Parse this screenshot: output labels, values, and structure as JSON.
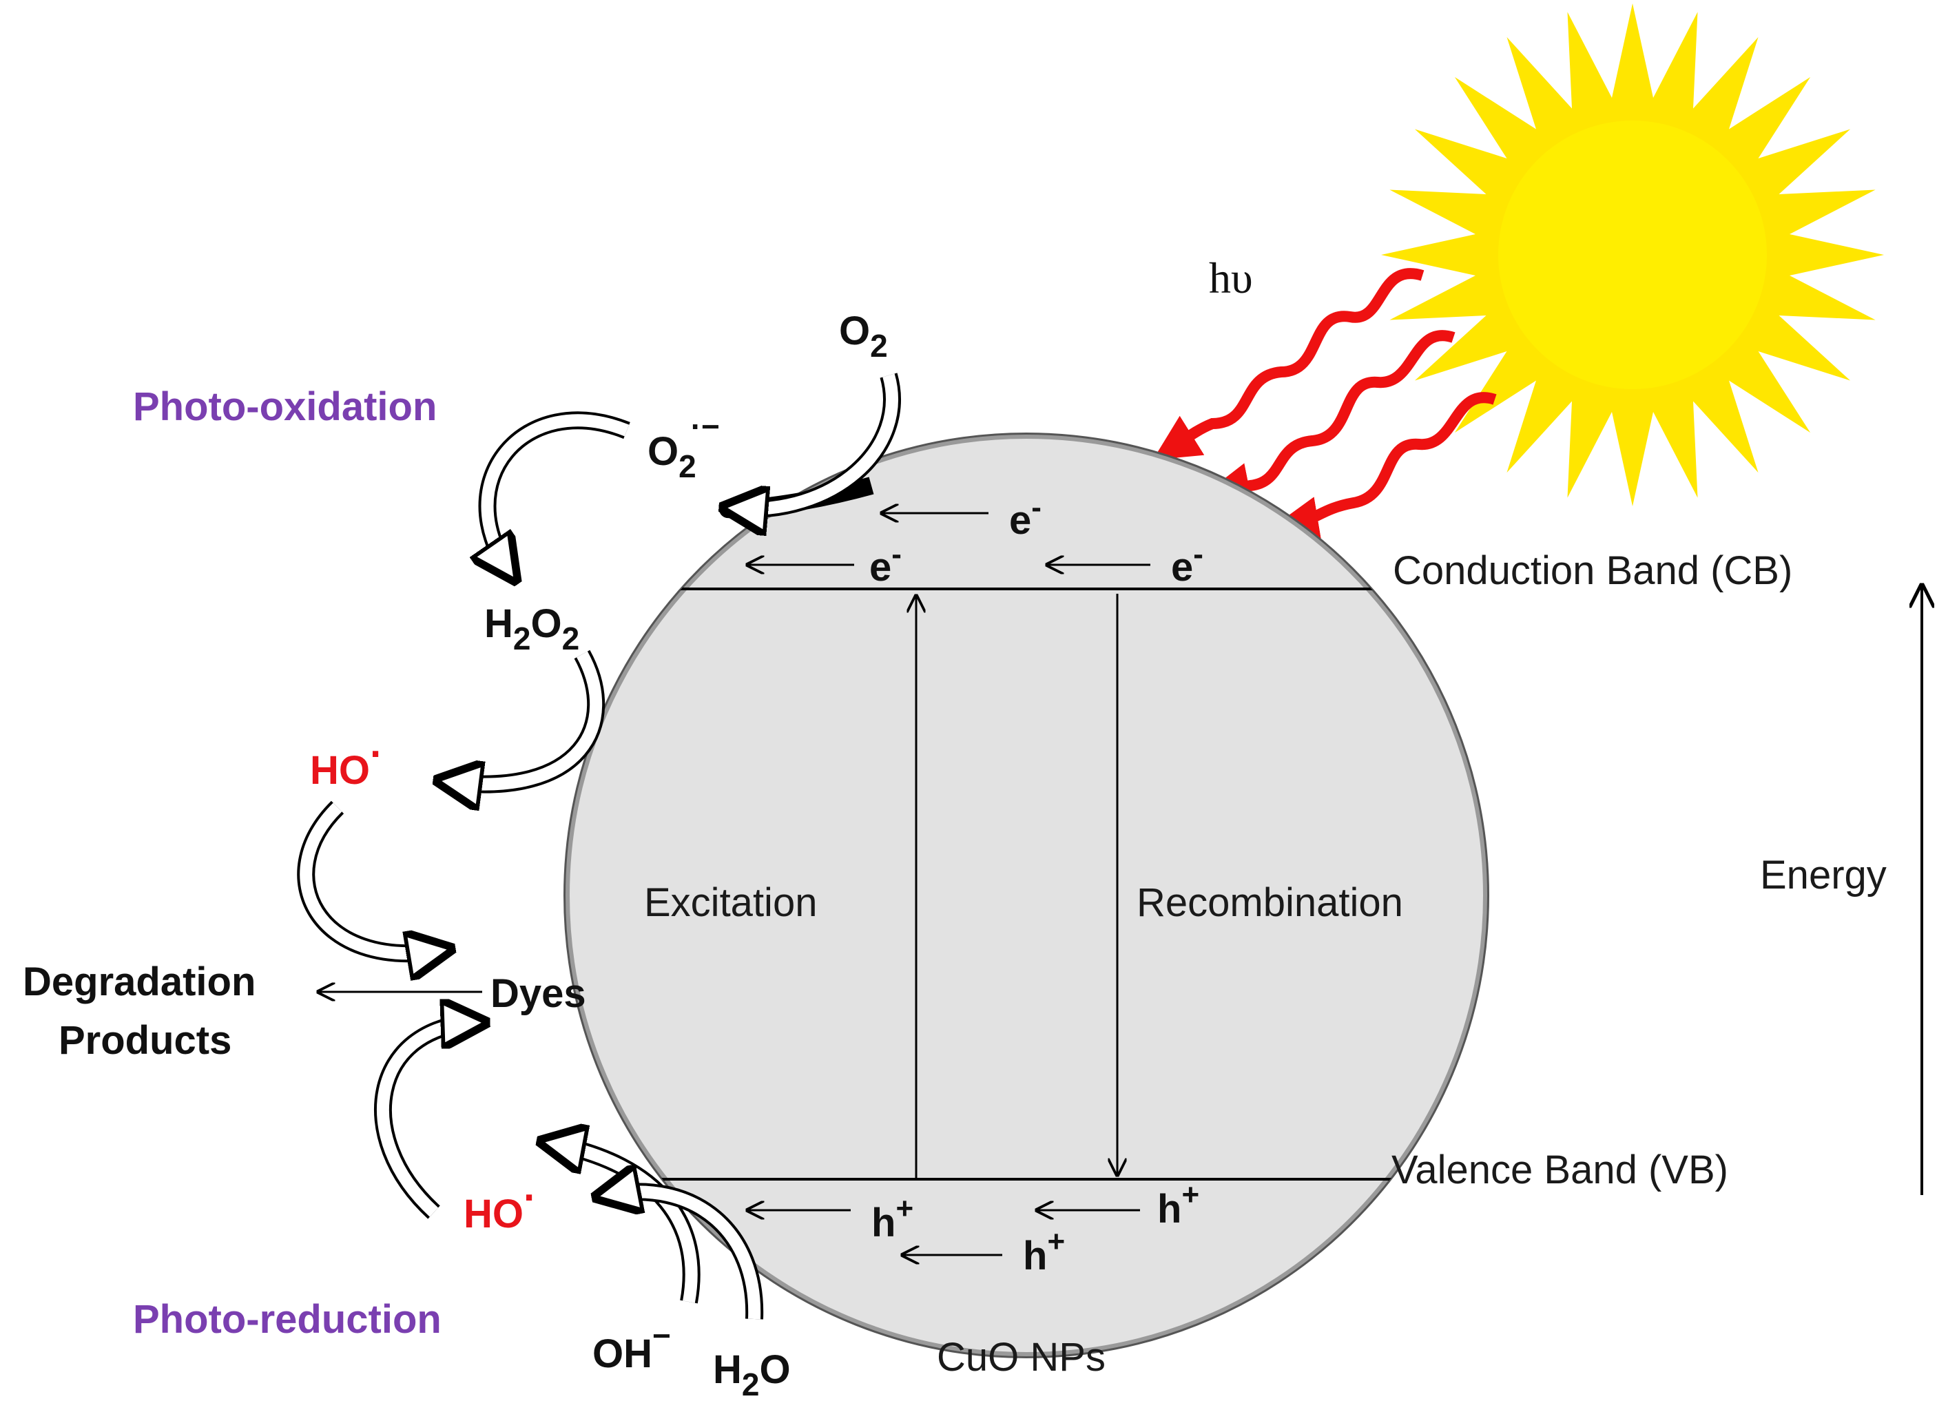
{
  "radiation_label": "hυ",
  "particle": {
    "label": "CuO NPs",
    "fill_color": "#e2e2e2",
    "conduction_band": "Conduction Band (CB)",
    "valence_band": "Valence Band (VB)",
    "excitation": "Excitation",
    "recombination": "Recombination",
    "electron": "e",
    "hole": "h",
    "minus": "-",
    "plus": "+"
  },
  "energy_label": "Energy",
  "oxidation": {
    "title": "Photo-oxidation",
    "o2": "O",
    "o2_sub": "2",
    "superoxide": "O",
    "superoxide_sub": "2",
    "superoxide_sup": "·−",
    "h2o2_h": "H",
    "h2o2_sub1": "2",
    "h2o2_o": "O",
    "h2o2_sub2": "2",
    "hydroxyl": "HO",
    "radical_dot": "·"
  },
  "dyes": "Dyes",
  "degradation_line1": "Degradation",
  "degradation_line2": "Products",
  "reduction": {
    "title": "Photo-reduction",
    "hydroxyl": "HO",
    "radical_dot": "·",
    "oh": "OH",
    "oh_sup": "−",
    "water_h": "H",
    "water_sub": "2",
    "water_o": "O"
  },
  "colors": {
    "sun_rays": "#ffe600",
    "sun_core": "#ffee00",
    "photon": "#ee1111",
    "radical": "#e8141b",
    "process_title": "#7a3fb0"
  },
  "icons": [
    "sun-icon",
    "photon-wave-arrow",
    "curved-reaction-arrow"
  ]
}
